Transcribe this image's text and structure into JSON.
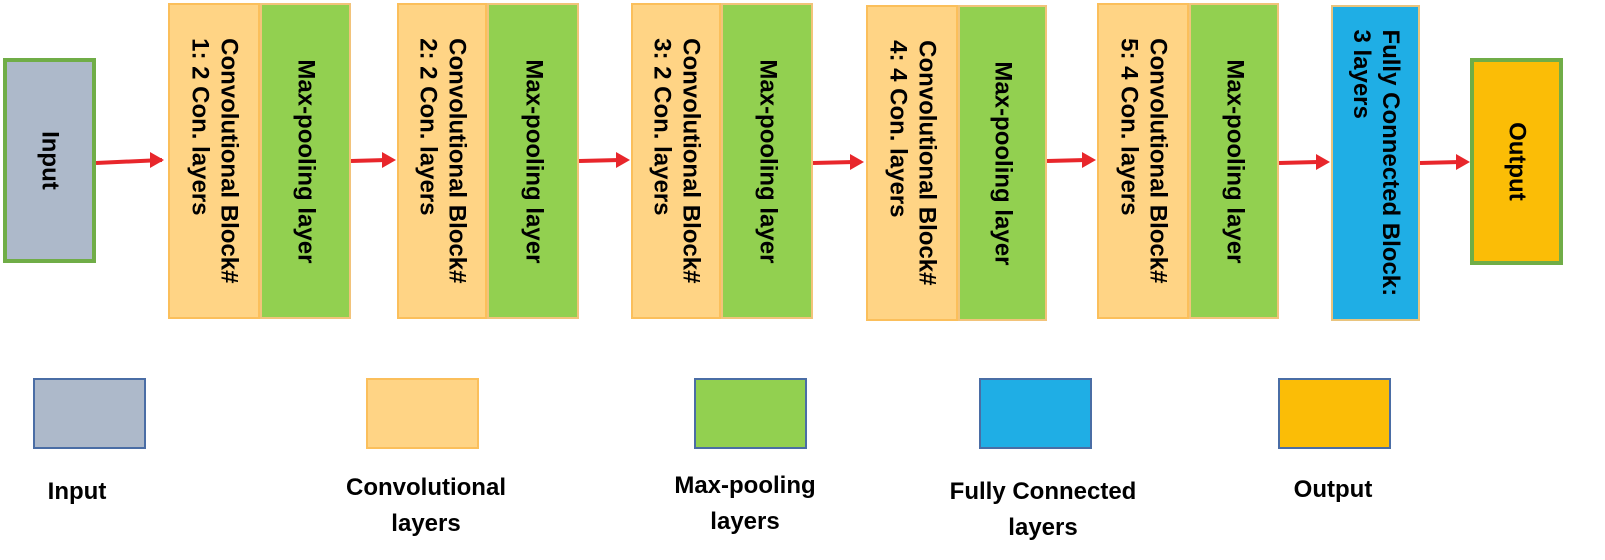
{
  "colors": {
    "input": "#adb9ca",
    "convolutional": "#ffd485",
    "max_pooling": "#92d050",
    "fully_connected": "#1faee5",
    "output": "#fbbd06",
    "arrow": "#e8262b",
    "input_border": "#70ad47"
  },
  "diagram": {
    "input": "Input",
    "blocks": [
      {
        "conv_line1": "Convolutional Block#",
        "conv_line2": "1: 2 Con. layers",
        "pool": "Max-pooling layer"
      },
      {
        "conv_line1": "Convolutional Block#",
        "conv_line2": "2: 2 Con. layers",
        "pool": "Max-pooling layer"
      },
      {
        "conv_line1": "Convolutional Block#",
        "conv_line2": "3: 2 Con. layers",
        "pool": "Max-pooling layer"
      },
      {
        "conv_line1": "Convolutional Block#",
        "conv_line2": "4: 4 Con. layers",
        "pool": "Max-pooling layer"
      },
      {
        "conv_line1": "Convolutional Block#",
        "conv_line2": "5: 4 Con. layers",
        "pool": "Max-pooling layer"
      }
    ],
    "fc_line1": "Fully Connected Block:",
    "fc_line2": "3 layers",
    "output": "Output"
  },
  "legend": [
    {
      "label_line1": "Input",
      "label_line2": ""
    },
    {
      "label_line1": "Convolutional",
      "label_line2": "layers"
    },
    {
      "label_line1": "Max-pooling",
      "label_line2": "layers"
    },
    {
      "label_line1": "Fully Connected",
      "label_line2": "layers"
    },
    {
      "label_line1": "Output",
      "label_line2": ""
    }
  ]
}
